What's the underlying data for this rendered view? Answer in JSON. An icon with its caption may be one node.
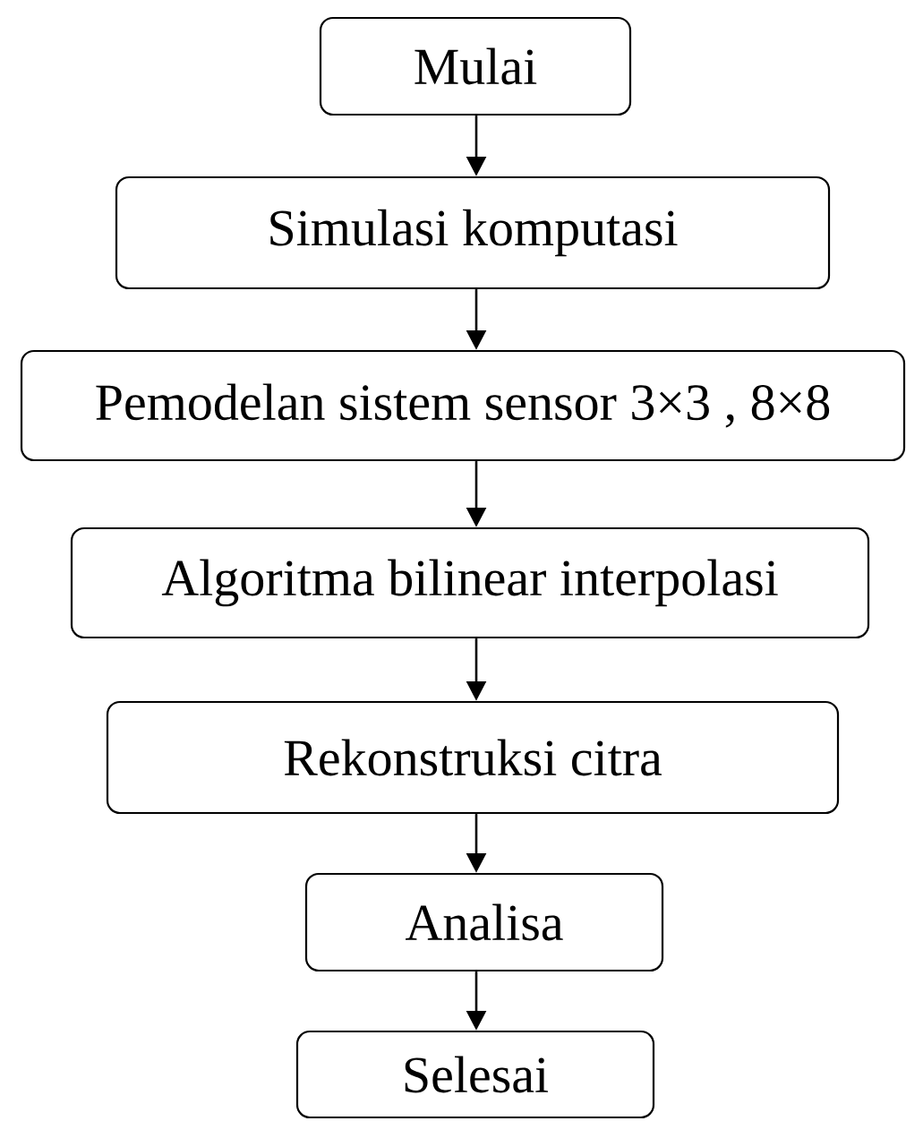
{
  "diagram": {
    "nodes": [
      {
        "text": [
          "Mulai"
        ]
      },
      {
        "text": [
          "Simulasi komputasi"
        ]
      },
      {
        "text": [
          "Pemodelan sistem sensor 3×3 , 8×8"
        ]
      },
      {
        "text": [
          "Algoritma bilinear interpolasi"
        ]
      },
      {
        "text": [
          "Rekonstruksi citra"
        ]
      },
      {
        "text": [
          "Analisa"
        ]
      },
      {
        "text": [
          "Selesai"
        ]
      }
    ],
    "edges": [
      {
        "from": 0,
        "to": 1,
        "arrow": "to"
      },
      {
        "from": 1,
        "to": 2,
        "arrow": "to"
      },
      {
        "from": 2,
        "to": 3,
        "arrow": "to"
      },
      {
        "from": 3,
        "to": 4,
        "arrow": "to"
      },
      {
        "from": 4,
        "to": 5,
        "arrow": "to"
      },
      {
        "from": 5,
        "to": 6,
        "arrow": "to"
      }
    ]
  }
}
